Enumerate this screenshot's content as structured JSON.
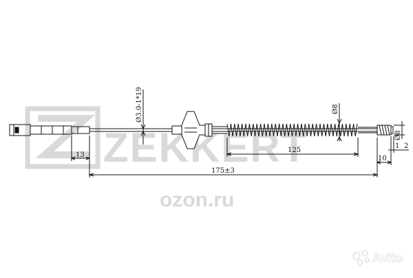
{
  "watermark": {
    "brand": "ZEKKERT",
    "site": "ozon.ru"
  },
  "marketplace": {
    "name": "Avito"
  },
  "drawing": {
    "wire_spec": "Ø3.0-1*19",
    "spring_dia": "Ø8",
    "end_dia": "Ø8",
    "dims": {
      "left_end": "13",
      "spring_len": "125",
      "overall": "175±3",
      "right_a": "10",
      "right_b": "1",
      "right_c": "2"
    }
  },
  "colors": {
    "line": "#111111",
    "watermark": "#d9d9d9"
  }
}
